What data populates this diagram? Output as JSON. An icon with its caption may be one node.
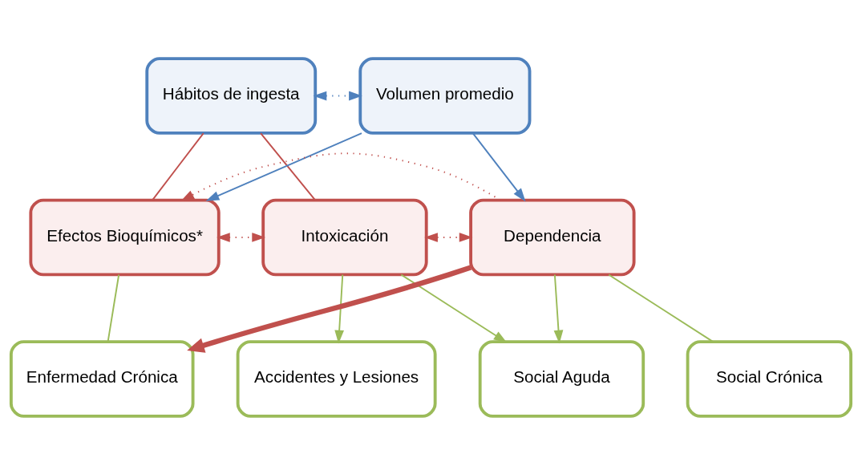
{
  "diagram": {
    "nodes": [
      {
        "text": [
          "Hábitos de ingesta"
        ]
      },
      {
        "text": [
          "Volumen promedio"
        ]
      },
      {
        "text": [
          "Efectos Bioquímicos*"
        ]
      },
      {
        "text": [
          "Intoxicación"
        ]
      },
      {
        "text": [
          "Dependencia"
        ]
      },
      {
        "text": [
          "Enfermedad Crónica"
        ]
      },
      {
        "text": [
          "Accidentes y Lesiones"
        ]
      },
      {
        "text": [
          "Social Aguda"
        ]
      },
      {
        "text": [
          "Social Crónica"
        ]
      }
    ],
    "edges": [
      {
        "from": 0,
        "to": 1,
        "arrow": "both",
        "style": "dashed",
        "color": "#4f81bd"
      },
      {
        "from": 1,
        "to": 2,
        "arrow": "to",
        "color": "#4f81bd"
      },
      {
        "from": 1,
        "to": 4,
        "arrow": "to",
        "color": "#4f81bd"
      },
      {
        "from": 0,
        "to": 2,
        "arrow": "none",
        "color": "#c0504d"
      },
      {
        "from": 0,
        "to": 3,
        "arrow": "none",
        "color": "#c0504d"
      },
      {
        "from": 4,
        "to": 2,
        "arrow": "to",
        "style": "dashed",
        "color": "#c0504d"
      },
      {
        "from": 2,
        "to": 3,
        "arrow": "both",
        "style": "dashed",
        "color": "#c0504d"
      },
      {
        "from": 3,
        "to": 4,
        "arrow": "both",
        "style": "dashed",
        "color": "#c0504d"
      },
      {
        "from": 2,
        "to": 5,
        "arrow": "none",
        "color": "#9bbb59"
      },
      {
        "from": 3,
        "to": 6,
        "arrow": "to",
        "color": "#9bbb59"
      },
      {
        "from": 3,
        "to": 7,
        "arrow": "to",
        "color": "#9bbb59"
      },
      {
        "from": 4,
        "to": 8,
        "arrow": "none",
        "color": "#9bbb59"
      },
      {
        "from": 4,
        "to": 7,
        "arrow": "to",
        "color": "#9bbb59"
      },
      {
        "from": 4,
        "to": 5,
        "arrow": "to",
        "style": "thick",
        "color": "#c0504d"
      }
    ]
  }
}
